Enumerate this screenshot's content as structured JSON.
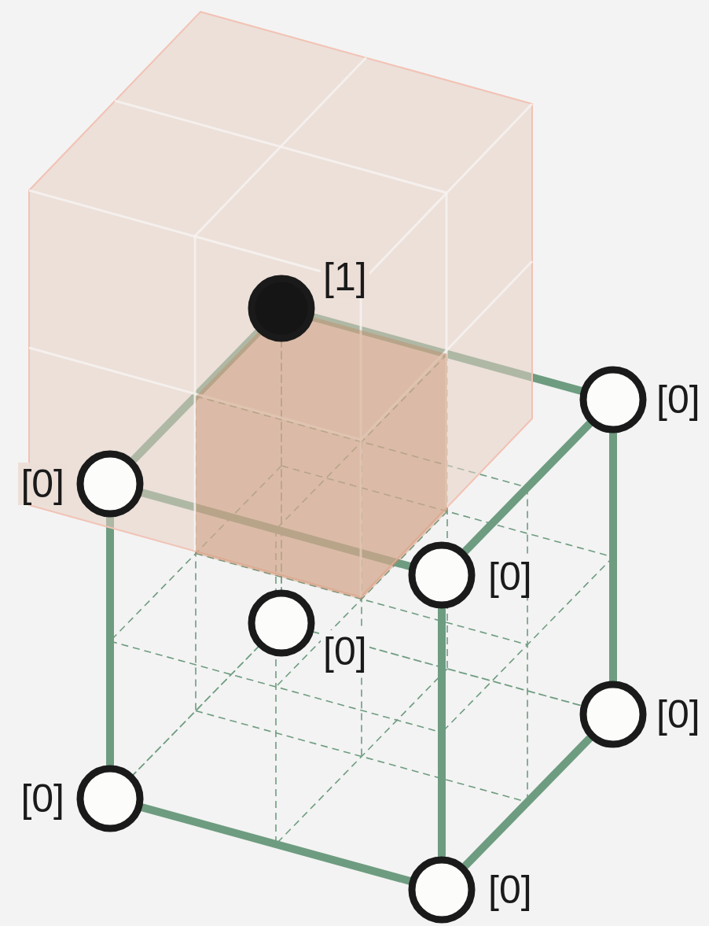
{
  "diagram": {
    "nodes": [
      {
        "text": [
          "[1]"
        ]
      },
      {
        "text": [
          "[0]"
        ]
      },
      {
        "text": [
          "[0]"
        ]
      },
      {
        "text": [
          "[0]"
        ]
      },
      {
        "text": [
          "[0]"
        ]
      },
      {
        "text": [
          "[0]"
        ]
      },
      {
        "text": [
          "[0]"
        ]
      },
      {
        "text": [
          "[0]"
        ]
      }
    ],
    "edges": [
      {
        "from": 0,
        "to": 1,
        "arrow": "none"
      },
      {
        "from": 0,
        "to": 2,
        "arrow": "none"
      },
      {
        "from": 2,
        "to": 3,
        "arrow": "none"
      },
      {
        "from": 3,
        "to": 1,
        "arrow": "none"
      },
      {
        "from": 2,
        "to": 6,
        "arrow": "none"
      },
      {
        "from": 3,
        "to": 7,
        "arrow": "none"
      },
      {
        "from": 1,
        "to": 5,
        "arrow": "none"
      },
      {
        "from": 6,
        "to": 7,
        "arrow": "none"
      },
      {
        "from": 7,
        "to": 5,
        "arrow": "none"
      },
      {
        "from": 0,
        "to": 4,
        "arrow": "none"
      },
      {
        "from": 4,
        "to": 6,
        "arrow": "none"
      },
      {
        "from": 4,
        "to": 5,
        "arrow": "none"
      }
    ]
  }
}
